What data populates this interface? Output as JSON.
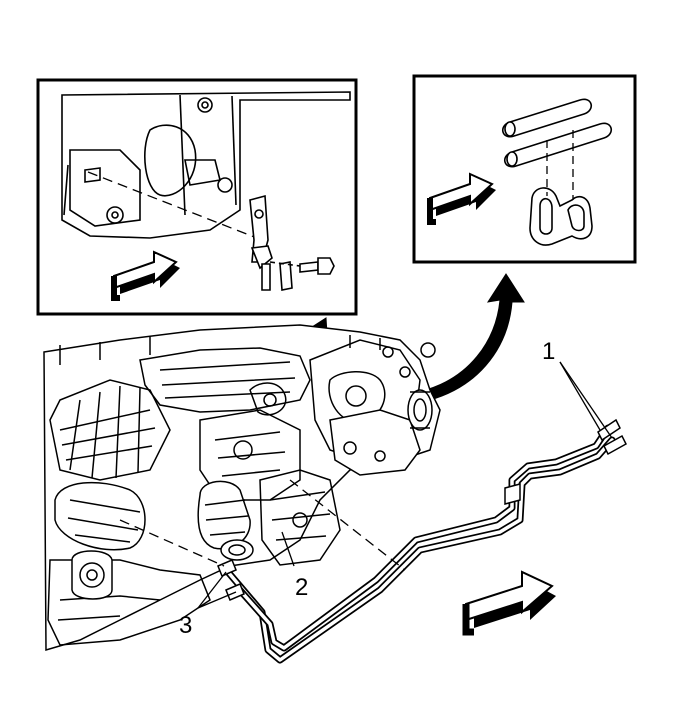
{
  "callouts": {
    "c1": "1",
    "c2": "2",
    "c3": "3"
  },
  "colors": {
    "line": "#000000",
    "arrow_fill": "#ffffff",
    "arrow_shadow": "#000000"
  },
  "icons": {
    "view_arrow": "direction-arrow-icon",
    "pointer_arrow": "curved-pointer-arrow-icon"
  }
}
